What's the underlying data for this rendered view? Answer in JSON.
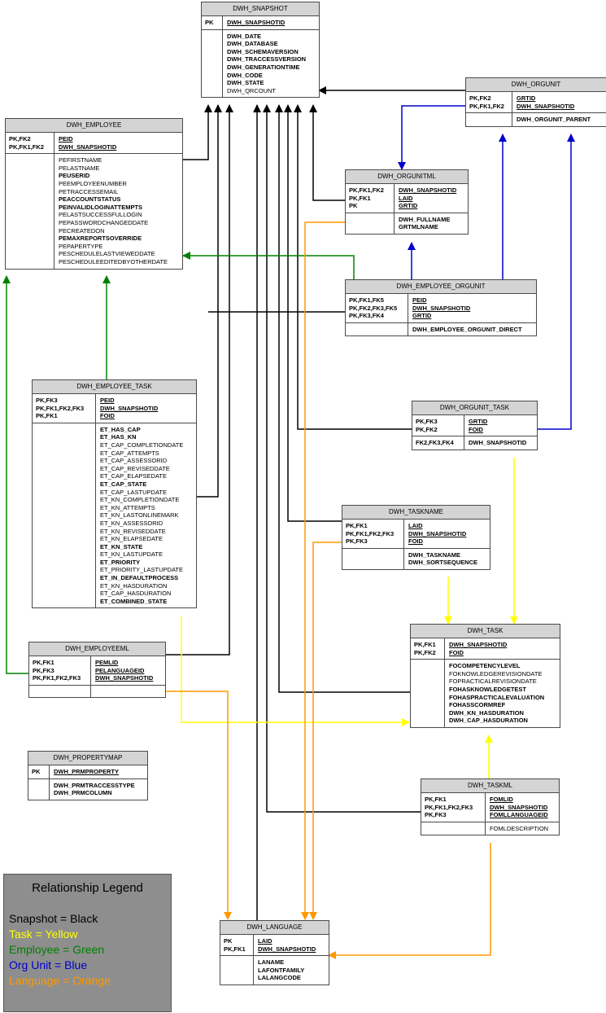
{
  "tables": [
    {
      "key": "snapshot",
      "title": "DWH_SNAPSHOT",
      "pk": [
        [
          "PK",
          "DWH_SNAPSHOTID"
        ]
      ],
      "cols": [
        [
          "DWH_DATE",
          true
        ],
        [
          "DWH_DATABASE",
          true
        ],
        [
          "DWH_SCHEMAVERSION",
          true
        ],
        [
          "DWH_TRACCESSVERSION",
          true
        ],
        [
          "DWH_GENERATIONTIME",
          true
        ],
        [
          "DWH_CODE",
          true
        ],
        [
          "DWH_STATE",
          true
        ],
        [
          "DWH_QRCOUNT",
          false
        ]
      ]
    },
    {
      "key": "employee",
      "title": "DWH_EMPLOYEE",
      "pk": [
        [
          "PK,FK2",
          "PEID"
        ],
        [
          "PK,FK1,FK2",
          "DWH_SNAPSHOTID"
        ]
      ],
      "cols": [
        [
          "PEFIRSTNAME",
          false
        ],
        [
          "PELASTNAME",
          false
        ],
        [
          "PEUSERID",
          true
        ],
        [
          "PEEMPLOYEENUMBER",
          false
        ],
        [
          "PETRACCESSEMAIL",
          false
        ],
        [
          "PEACCOUNTSTATUS",
          true
        ],
        [
          "PEINVALIDLOGINATTEMPTS",
          true
        ],
        [
          "PELASTSUCCESSFULLOGIN",
          false
        ],
        [
          "PEPASSWORDCHANGEDDATE",
          false
        ],
        [
          "PECREATEDON",
          false
        ],
        [
          "PEMAXREPORTSOVERRIDE",
          true
        ],
        [
          "PEPAPERTYPE",
          false
        ],
        [
          "PESCHEDULELASTVIEWEDDATE",
          false
        ],
        [
          "PESCHEDULEEDITEDBYOTHERDATE",
          false
        ]
      ]
    },
    {
      "key": "orgunit",
      "title": "DWH_ORGUNIT",
      "pk": [
        [
          "PK,FK2",
          "GRTID"
        ],
        [
          "PK,FK1,FK2",
          "DWH_SNAPSHOTID"
        ]
      ],
      "cols": [
        [
          "DWH_ORGUNIT_PARENT",
          true
        ]
      ]
    },
    {
      "key": "orgunitml",
      "title": "DWH_ORGUNITML",
      "pk": [
        [
          "PK,FK1,FK2",
          "DWH_SNAPSHOTID"
        ],
        [
          "PK,FK1",
          "LAID"
        ],
        [
          "PK",
          "GRTID"
        ]
      ],
      "cols": [
        [
          "DWH_FULLNAME",
          true
        ],
        [
          "GRTMLNAME",
          true
        ]
      ]
    },
    {
      "key": "emporgunit",
      "title": "DWH_EMPLOYEE_ORGUNIT",
      "pk": [
        [
          "PK,FK1,FK5",
          "PEID"
        ],
        [
          "PK,FK2,FK3,FK5",
          "DWH_SNAPSHOTID"
        ],
        [
          "PK,FK3,FK4",
          "GRTID"
        ]
      ],
      "cols": [
        [
          "DWH_EMPLOYEE_ORGUNIT_DIRECT",
          true
        ]
      ]
    },
    {
      "key": "emptask",
      "title": "DWH_EMPLOYEE_TASK",
      "pk": [
        [
          "PK,FK3",
          "PEID"
        ],
        [
          "PK,FK1,FK2,FK3",
          "DWH_SNAPSHOTID"
        ],
        [
          "PK,FK1",
          "FOID"
        ]
      ],
      "cols": [
        [
          "ET_HAS_CAP",
          true
        ],
        [
          "ET_HAS_KN",
          true
        ],
        [
          "ET_CAP_COMPLETIONDATE",
          false
        ],
        [
          "ET_CAP_ATTEMPTS",
          false
        ],
        [
          "ET_CAP_ASSESSORID",
          false
        ],
        [
          "ET_CAP_REVISEDDATE",
          false
        ],
        [
          "ET_CAP_ELAPSEDATE",
          false
        ],
        [
          "ET_CAP_STATE",
          true
        ],
        [
          "ET_CAP_LASTUPDATE",
          false
        ],
        [
          "ET_KN_COMPLETIONDATE",
          false
        ],
        [
          "ET_KN_ATTEMPTS",
          false
        ],
        [
          "ET_KN_LASTONLINEMARK",
          false
        ],
        [
          "ET_KN_ASSESSORID",
          false
        ],
        [
          "ET_KN_REVISEDDATE",
          false
        ],
        [
          "ET_KN_ELAPSEDATE",
          false
        ],
        [
          "ET_KN_STATE",
          true
        ],
        [
          "ET_KN_LASTUPDATE",
          false
        ],
        [
          "ET_PRIORITY",
          true
        ],
        [
          "ET_PRIORITY_LASTUPDATE",
          false
        ],
        [
          "ET_IN_DEFAULTPROCESS",
          true
        ],
        [
          "ET_KN_HASDURATION",
          false
        ],
        [
          "ET_CAP_HASDURATION",
          false
        ],
        [
          "ET_COMBINED_STATE",
          true
        ]
      ]
    },
    {
      "key": "orgunittask",
      "title": "DWH_ORGUNIT_TASK",
      "pk": [
        [
          "PK,FK3",
          "GRTID"
        ],
        [
          "PK,FK2",
          "FOID"
        ]
      ],
      "extra": [
        [
          "FK2,FK3,FK4",
          "DWH_SNAPSHOTID"
        ]
      ]
    },
    {
      "key": "taskname",
      "title": "DWH_TASKNAME",
      "pk": [
        [
          "PK,FK1",
          "LAID"
        ],
        [
          "PK,FK1,FK2,FK3",
          "DWH_SNAPSHOTID"
        ],
        [
          "PK,FK3",
          "FOID"
        ]
      ],
      "cols": [
        [
          "DWH_TASKNAME",
          true
        ],
        [
          "DWH_SORTSEQUENCE",
          true
        ]
      ]
    },
    {
      "key": "task",
      "title": "DWH_TASK",
      "pk": [
        [
          "PK,FK1",
          "DWH_SNAPSHOTID"
        ],
        [
          "PK,FK2",
          "FOID"
        ]
      ],
      "cols": [
        [
          "FOCOMPETENCYLEVEL",
          true
        ],
        [
          "FOKNOWLEDGEREVISIONDATE",
          false
        ],
        [
          "FOPRACTICALREVISIONDATE",
          false
        ],
        [
          "FOHASKNOWLEDGETEST",
          true
        ],
        [
          "FOHASPRACTICALEVALUATION",
          true
        ],
        [
          "FOHASSCORMREF",
          true
        ],
        [
          "DWH_KN_HASDURATION",
          true
        ],
        [
          "DWH_CAP_HASDURATION",
          true
        ]
      ]
    },
    {
      "key": "employeeml",
      "title": "DWH_EMPLOYEEML",
      "pk": [
        [
          "PK,FK1",
          "PEMLID"
        ],
        [
          "PK,FK3",
          "PELANGUAGEID"
        ],
        [
          "PK,FK1,FK2,FK3",
          "DWH_SNAPSHOTID"
        ]
      ],
      "cols": []
    },
    {
      "key": "propertymap",
      "title": "DWH_PROPERTYMAP",
      "pk": [
        [
          "PK",
          "DWH_PRMPROPERTY"
        ]
      ],
      "cols": [
        [
          "DWH_PRMTRACCESSTYPE",
          true
        ],
        [
          "DWH_PRMCOLUMN",
          true
        ]
      ]
    },
    {
      "key": "taskml",
      "title": "DWH_TASKML",
      "pk": [
        [
          "PK,FK1",
          "FOMLID"
        ],
        [
          "PK,FK1,FK2,FK3",
          "DWH_SNAPSHOTID"
        ],
        [
          "PK,FK3",
          "FOMLLANGUAGEID"
        ]
      ],
      "cols": [
        [
          "FOMLDESCRIPTION",
          false
        ]
      ]
    },
    {
      "key": "language",
      "title": "DWH_LANGUAGE",
      "pk": [
        [
          "PK",
          "LAID"
        ],
        [
          "PK,FK1",
          "DWH_SNAPSHOTID"
        ]
      ],
      "cols": [
        [
          "LANAME",
          true
        ],
        [
          "LAFONTFAMILY",
          true
        ],
        [
          "LALANGCODE",
          true
        ]
      ]
    }
  ],
  "legend": {
    "title": "Relationship Legend",
    "items": [
      {
        "label": "Snapshot = Black",
        "color": "#000000"
      },
      {
        "label": "Task =  Yellow",
        "color": "#ffff00"
      },
      {
        "label": "Employee = Green",
        "color": "#008000"
      },
      {
        "label": "Org Unit = Blue",
        "color": "#0000cc"
      },
      {
        "label": "Language = Orange",
        "color": "#ff9900"
      }
    ]
  },
  "colors": {
    "snapshot": "#000000",
    "task": "#ffff00",
    "employee": "#008000",
    "orgunit": "#0000cc",
    "language": "#ff9900"
  }
}
